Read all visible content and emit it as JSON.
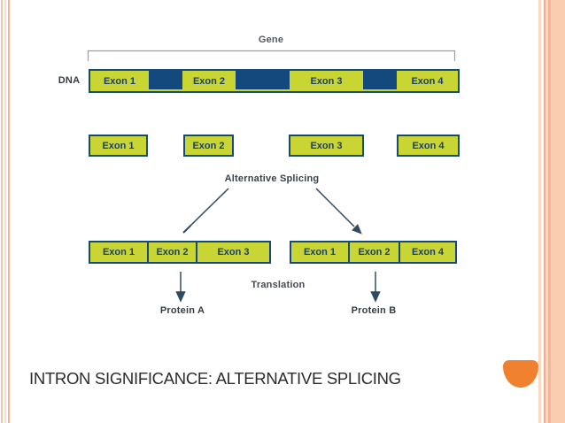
{
  "slide": {
    "title": "INTRON SIGNIFICANCE: ALTERNATIVE SPLICING"
  },
  "diagram": {
    "gene_label": "Gene",
    "dna_label": "DNA",
    "dna_bar_exons": [
      "Exon 1",
      "Exon 2",
      "Exon 3",
      "Exon 4"
    ],
    "free_exons": [
      "Exon 1",
      "Exon 2",
      "Exon 3",
      "Exon 4"
    ],
    "alt_splicing_label": "Alternative Splicing",
    "variant_a_exons": [
      "Exon 1",
      "Exon 2",
      "Exon 3"
    ],
    "variant_b_exons": [
      "Exon 1",
      "Exon 2",
      "Exon 4"
    ],
    "translation_label": "Translation",
    "protein_a_label": "Protein A",
    "protein_b_label": "Protein B"
  },
  "colors": {
    "exon_fill": "#C9D532",
    "intron_navy": "#14497E",
    "box_border_navy": "#17497B",
    "exon_text_navy": "#1B3F68",
    "label_text": "#3A424B",
    "arrow": "#2F4A63",
    "bracket_gray": "#999EA3",
    "accent_orange": "#F0822F",
    "edge_salmon_band": "#FBCDB0",
    "title_text": "#2C2C2E"
  }
}
